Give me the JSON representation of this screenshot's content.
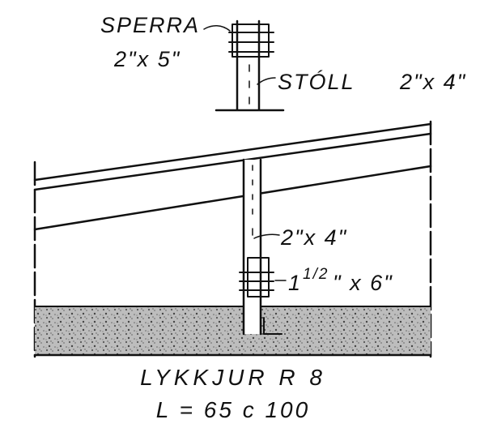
{
  "labels": {
    "rafter_title": "SPERRA",
    "rafter_size": "2\"x 5\"",
    "post_title": "STÓLL",
    "post_size": "2\"x 4\"",
    "mid_post_size": "2\"x 4\"",
    "bracket_size_whole": "1",
    "bracket_size_fraction": "1/2",
    "bracket_size_rest": "\" x 6\"",
    "footer_title": "LYKKJUR  R 8",
    "footer_formula": "L = 65  c 100"
  },
  "colors": {
    "ink": "#111111",
    "ground_fill": "#9a9a9a",
    "paper": "#ffffff"
  }
}
